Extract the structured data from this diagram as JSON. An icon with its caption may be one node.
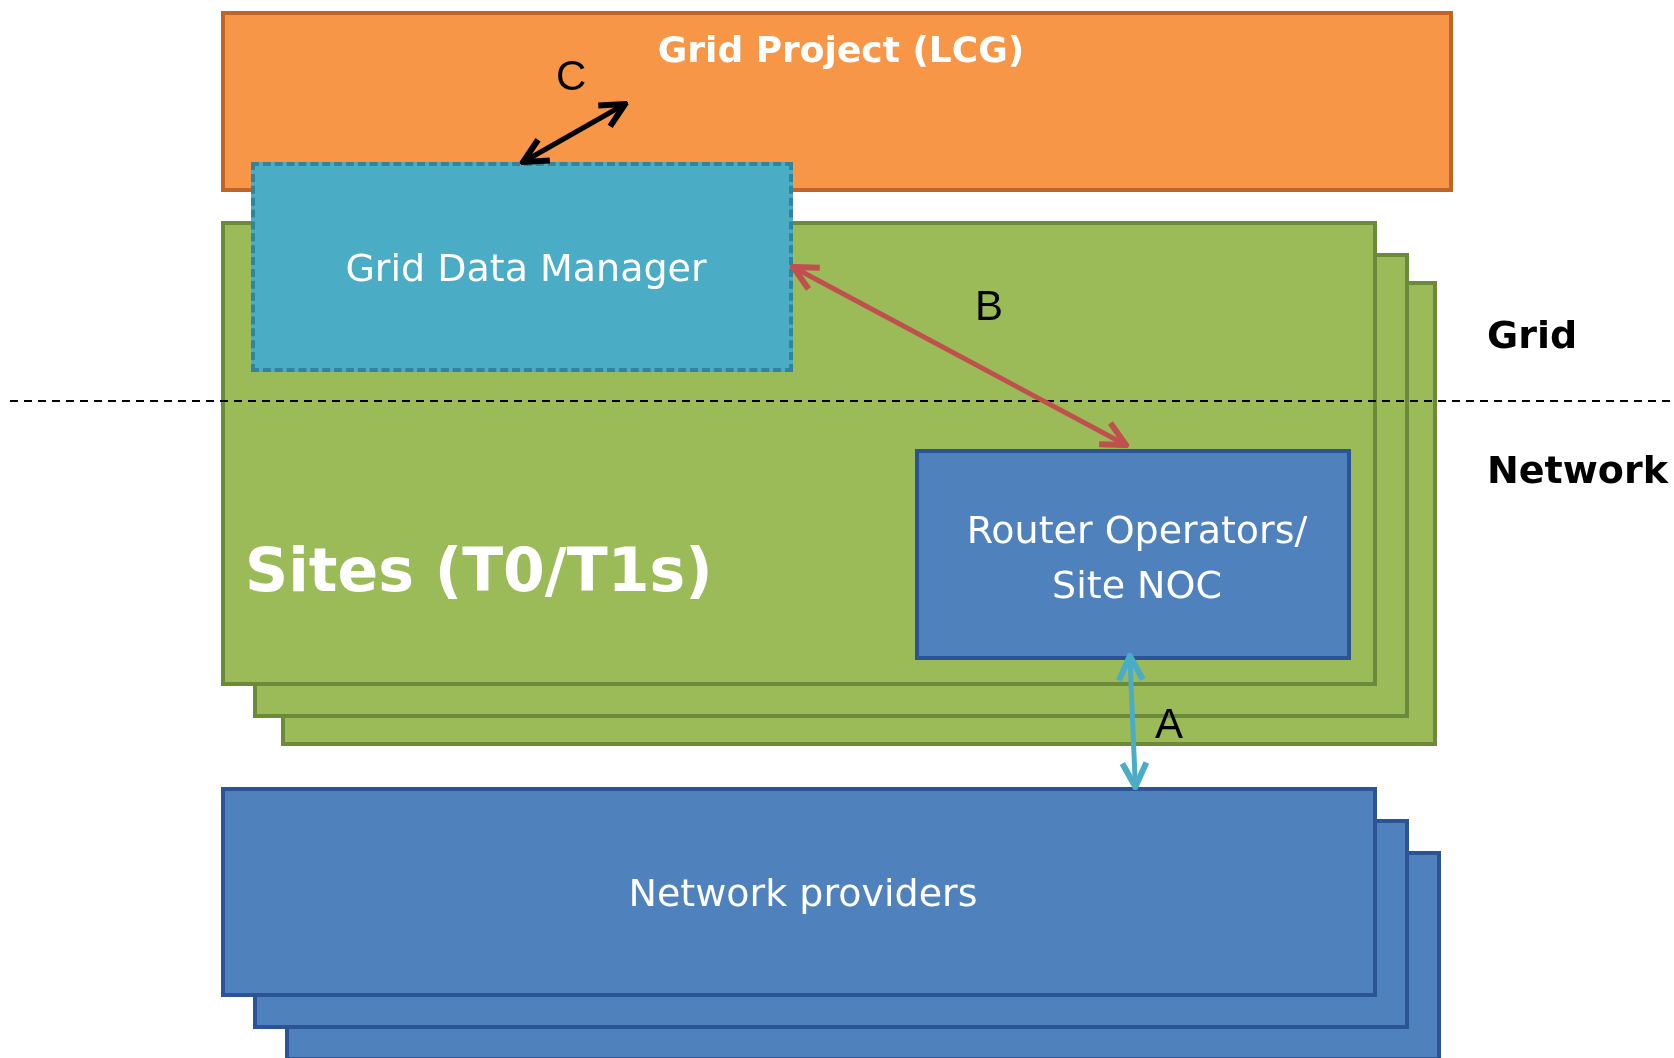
{
  "diagram": {
    "nodes": [
      {
        "text": [
          "Grid Project (LCG)"
        ]
      },
      {
        "text": [
          "Sites (T0/T1s)"
        ]
      },
      {
        "text": [
          "Grid Data Manager"
        ]
      },
      {
        "text": [
          "Router Operators/ Site NOC"
        ],
        "in": 1
      },
      {
        "text": [
          "Network providers"
        ]
      }
    ],
    "edges": [
      {
        "from": 2,
        "to": 0,
        "arrow": "both",
        "label": "C",
        "color": "#000000"
      },
      {
        "from": 2,
        "to": 3,
        "arrow": "both",
        "label": "B",
        "color": "#c0504d"
      },
      {
        "from": 3,
        "to": 4,
        "arrow": "both",
        "label": "A",
        "color": "#4bacc6"
      }
    ],
    "labels": [
      "Grid",
      "Network"
    ]
  }
}
